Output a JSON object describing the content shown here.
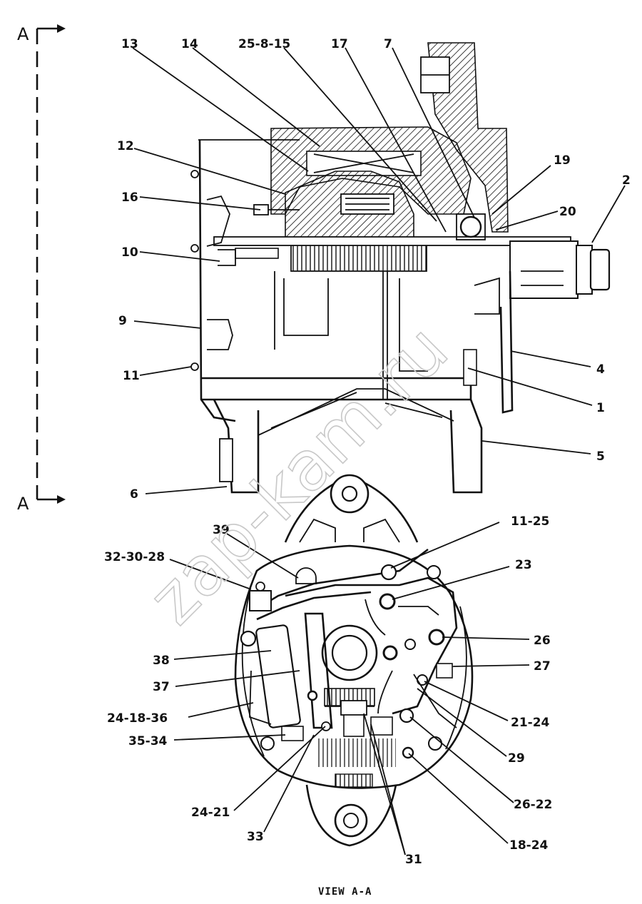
{
  "section_marks": {
    "top": "A",
    "bottom": "A"
  },
  "caption": "VIEW A-A",
  "watermark": "zap-kam.ru",
  "callouts": [
    {
      "id": "13",
      "text": "13"
    },
    {
      "id": "14",
      "text": "14"
    },
    {
      "id": "25-8-15",
      "text": "25-8-15"
    },
    {
      "id": "17",
      "text": "17"
    },
    {
      "id": "7",
      "text": "7"
    },
    {
      "id": "12",
      "text": "12"
    },
    {
      "id": "19",
      "text": "19"
    },
    {
      "id": "2",
      "text": "2"
    },
    {
      "id": "16",
      "text": "16"
    },
    {
      "id": "20",
      "text": "20"
    },
    {
      "id": "10",
      "text": "10"
    },
    {
      "id": "9",
      "text": "9"
    },
    {
      "id": "4",
      "text": "4"
    },
    {
      "id": "11",
      "text": "11"
    },
    {
      "id": "1",
      "text": "1"
    },
    {
      "id": "5",
      "text": "5"
    },
    {
      "id": "6",
      "text": "6"
    },
    {
      "id": "11-25",
      "text": "11-25"
    },
    {
      "id": "39",
      "text": "39"
    },
    {
      "id": "32-30-28",
      "text": "32-30-28"
    },
    {
      "id": "23",
      "text": "23"
    },
    {
      "id": "26",
      "text": "26"
    },
    {
      "id": "38",
      "text": "38"
    },
    {
      "id": "27",
      "text": "27"
    },
    {
      "id": "37",
      "text": "37"
    },
    {
      "id": "24-18-36",
      "text": "24-18-36"
    },
    {
      "id": "21-24",
      "text": "21-24"
    },
    {
      "id": "35-34",
      "text": "35-34"
    },
    {
      "id": "29",
      "text": "29"
    },
    {
      "id": "26-22",
      "text": "26-22"
    },
    {
      "id": "24-21",
      "text": "24-21"
    },
    {
      "id": "33",
      "text": "33"
    },
    {
      "id": "18-24",
      "text": "18-24"
    },
    {
      "id": "31",
      "text": "31"
    }
  ]
}
